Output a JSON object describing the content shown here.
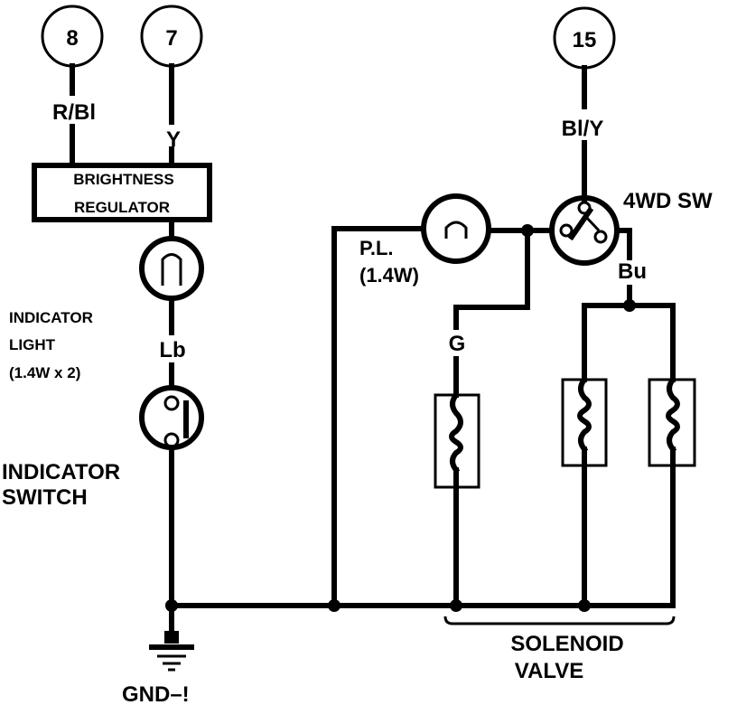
{
  "connectors": {
    "c8": "8",
    "c7": "7",
    "c15": "15"
  },
  "wire_colors": {
    "r_bl": "R/Bl",
    "y": "Y",
    "bl_y": "Bl/Y",
    "lb": "Lb",
    "g": "G",
    "bu": "Bu"
  },
  "components": {
    "brightness_regulator": [
      "BRIGHTNESS",
      "REGULATOR"
    ],
    "indicator_light": [
      "INDICATOR",
      "LIGHT",
      "(1.4W x 2)"
    ],
    "indicator_switch": [
      "INDICATOR",
      "SWITCH"
    ],
    "pilot_light": [
      "P.L.",
      "(1.4W)"
    ],
    "four_wd_switch": "4WD SW",
    "solenoid_valve": [
      "SOLENOID",
      "VALVE"
    ],
    "ground": "GND–!"
  }
}
